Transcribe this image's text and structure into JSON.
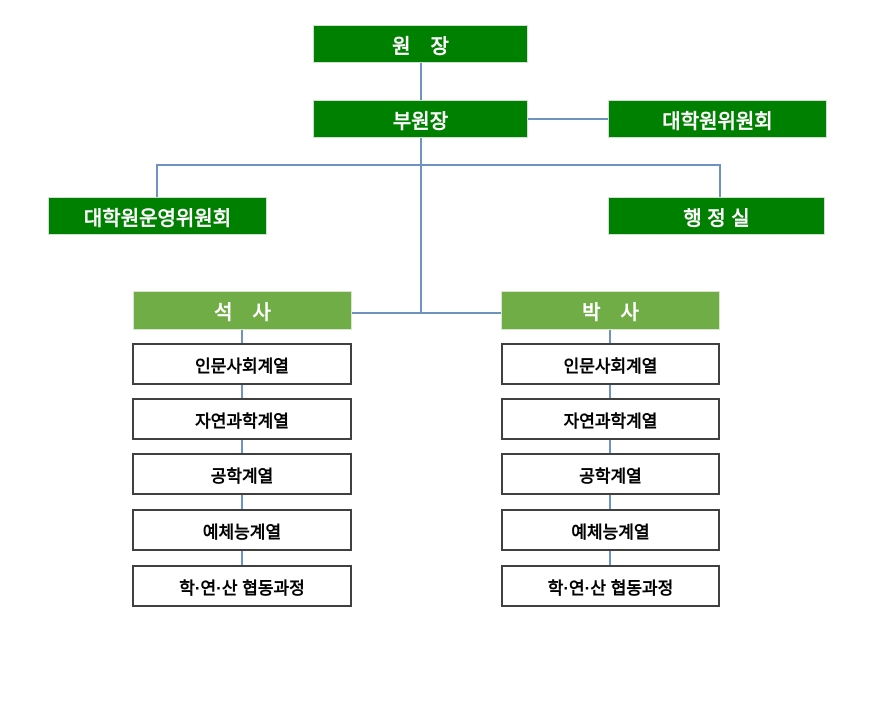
{
  "colors": {
    "dark_green": "#008000",
    "light_green": "#70AD47",
    "connector_blue": "#6f93c1",
    "division_border": "#404040"
  },
  "org": {
    "director": "원　장",
    "vice_director": "부원장",
    "grad_committee": "대학원위원회",
    "operations_committee": "대학원운영위원회",
    "admin_office": "행 정 실",
    "masters": "석　사",
    "doctoral": "박　사",
    "divisions": [
      "인문사회계열",
      "자연과학계열",
      "공학계열",
      "예체능계열",
      "학·연·산 협동과정"
    ]
  }
}
